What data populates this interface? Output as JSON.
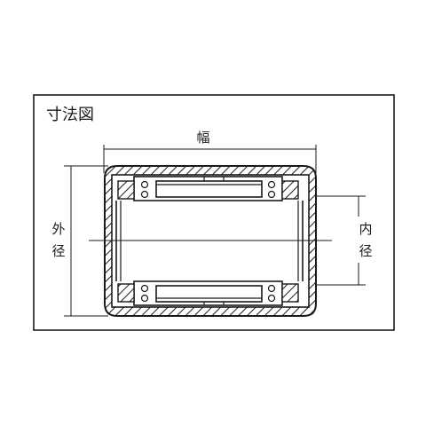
{
  "diagram": {
    "title": "寸法図",
    "labels": {
      "width": "幅",
      "outer_diameter": [
        "外",
        "径"
      ],
      "inner_diameter": [
        "内",
        "径"
      ]
    },
    "colors": {
      "line": "#1a1a1a",
      "background": "#ffffff"
    }
  }
}
